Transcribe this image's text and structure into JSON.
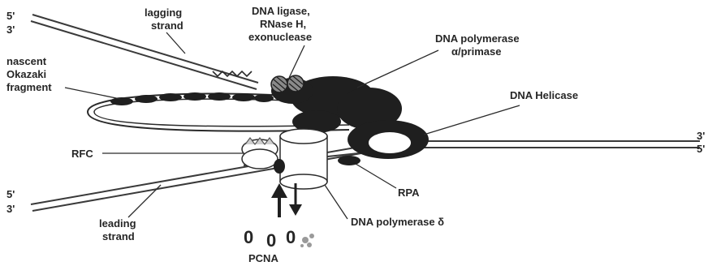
{
  "labels": {
    "lagging_5prime": "5'",
    "lagging_3prime": "3'",
    "lagging_strand_l1": "lagging",
    "lagging_strand_l2": "strand",
    "ligase_l1": "DNA ligase,",
    "ligase_l2": "RNase H,",
    "ligase_l3": "exonuclease",
    "pol_alpha_l1": "DNA polymerase",
    "pol_alpha_l2": "α/primase",
    "nascent_l1": "nascent",
    "nascent_l2": "Okazaki",
    "nascent_l3": "fragment",
    "helicase": "DNA Helicase",
    "right_3prime": "3'",
    "right_5prime": "5'",
    "rfc": "RFC",
    "rpa": "RPA",
    "leading_5prime": "5'",
    "leading_3prime": "3'",
    "leading_strand_l1": "leading",
    "leading_strand_l2": "strand",
    "pol_delta": "DNA polymerase δ",
    "pcna": "PCNA",
    "pcna_rings": [
      "0",
      "0",
      "0"
    ]
  },
  "colors": {
    "ink": "#262626",
    "complex_dark": "#1f1f1f",
    "complex_gray": "#9a9a9a",
    "helicase_hole": "#ffffff",
    "background": "#ffffff"
  },
  "icons": {
    "arrow_up": "up-arrow-icon",
    "arrow_down": "down-arrow-icon"
  }
}
